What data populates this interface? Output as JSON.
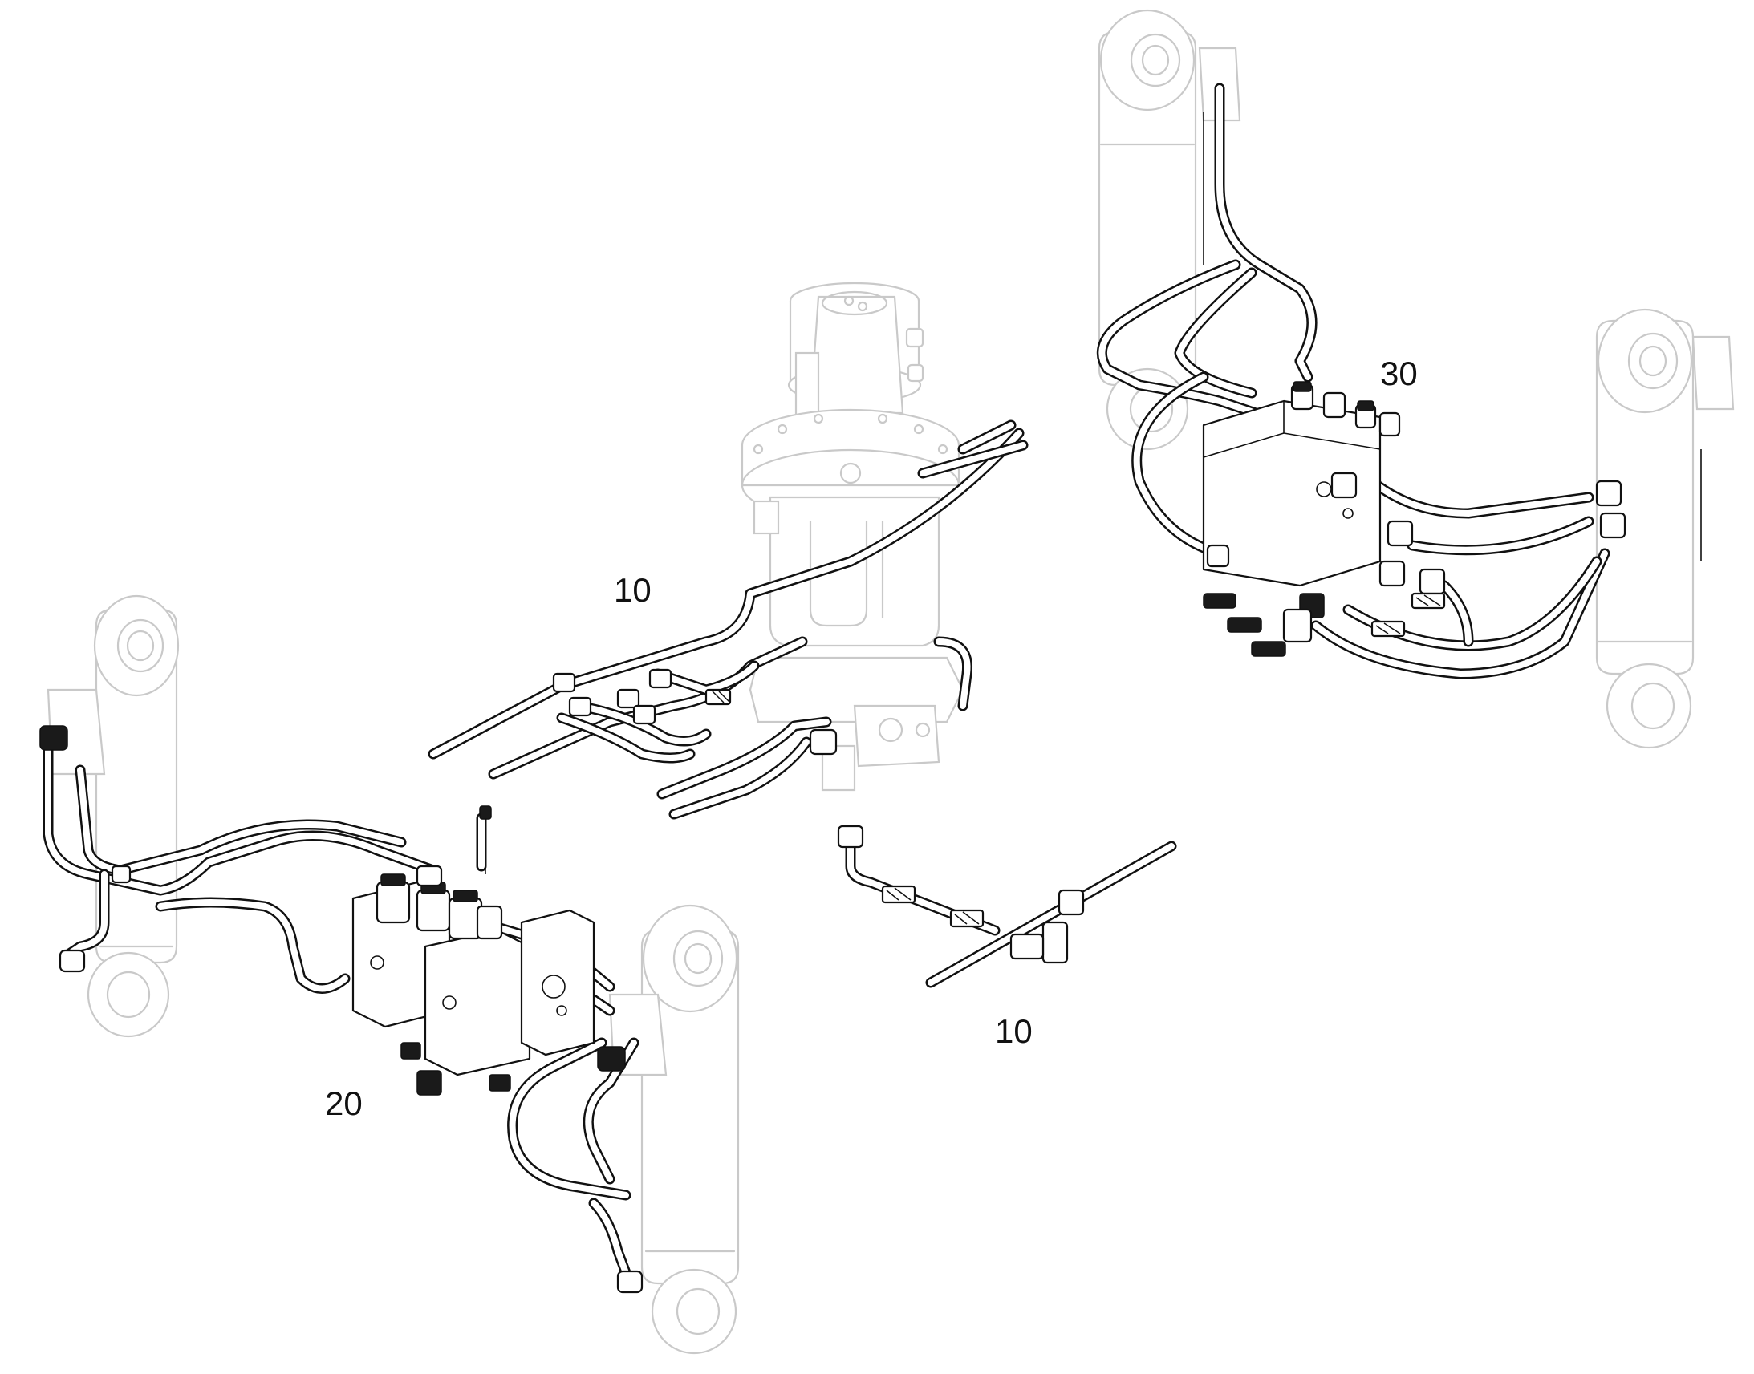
{
  "callouts": [
    {
      "id": "hydraulic-lines-upper",
      "text": "10"
    },
    {
      "id": "hydraulic-lines-lower",
      "text": "10"
    },
    {
      "id": "valve-assembly-left",
      "text": "20"
    },
    {
      "id": "valve-assembly-right",
      "text": "30"
    }
  ],
  "colors": {
    "line": "#111111",
    "ghost": "#c9c9c9",
    "background": "#ffffff"
  }
}
